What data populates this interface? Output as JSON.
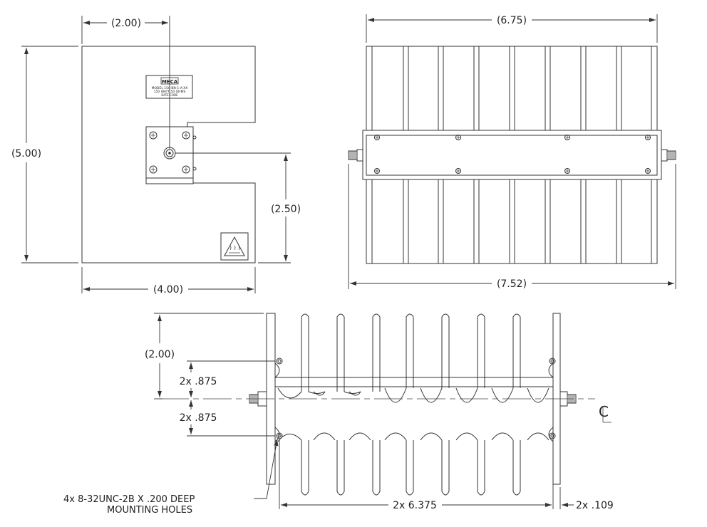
{
  "front_view": {
    "dim_width": "(4.00)",
    "dim_height": "(5.00)",
    "dim_connector_offset": "(2.00)",
    "dim_connector_height": "(2.50)",
    "label": {
      "brand": "MECA",
      "line1": "MODEL 150-BN-1-A-XX",
      "line2": "150 WATT 50 OHMS",
      "line3": "DATE CODE"
    },
    "warning_icon": "hot-surface-icon"
  },
  "top_view": {
    "dim_body_length": "(6.75)",
    "dim_overall_length": "(7.52)"
  },
  "side_view": {
    "dim_fin_height": "(2.00)",
    "dim_hole_upper": "2x .875",
    "dim_hole_lower": "2x .875",
    "dim_hole_spacing": "2x 6.375",
    "dim_edge_offset": "2x .109",
    "centerline_symbol": "C",
    "holes_note_line1": "4x 8-32UNC-2B X .200 DEEP",
    "holes_note_line2": "MOUNTING HOLES"
  }
}
